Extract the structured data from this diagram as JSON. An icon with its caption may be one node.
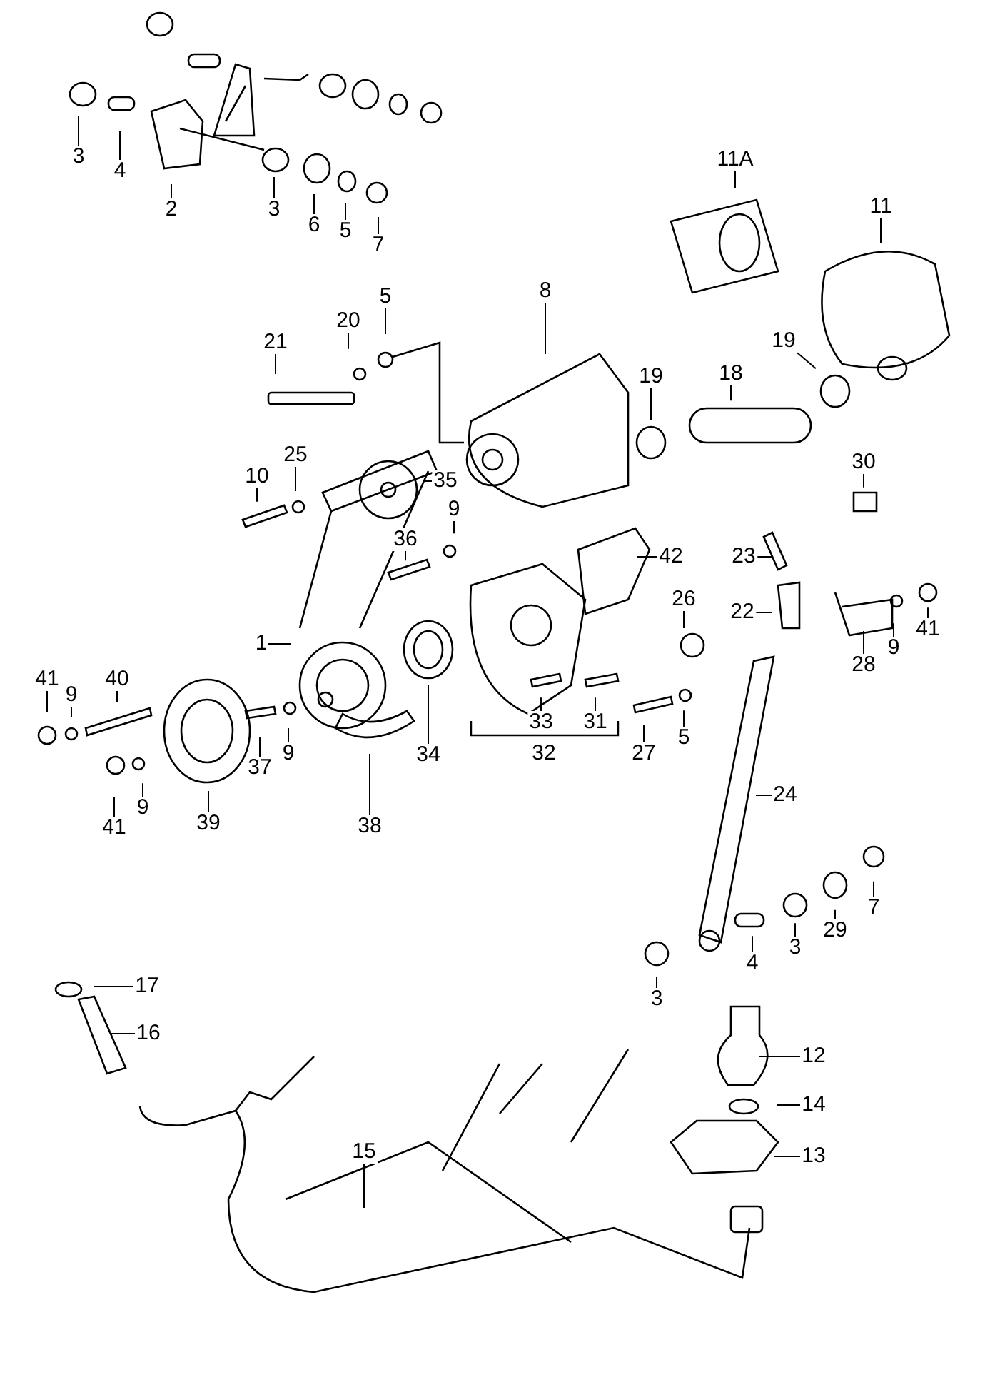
{
  "diagram": {
    "nodes": [
      {
        "text": [
          "3"
        ]
      },
      {
        "text": [
          "4"
        ]
      },
      {
        "text": [
          "2"
        ]
      },
      {
        "text": [
          "3"
        ]
      },
      {
        "text": [
          "6"
        ]
      },
      {
        "text": [
          "5"
        ]
      },
      {
        "text": [
          "7"
        ]
      },
      {
        "text": [
          "11A"
        ]
      },
      {
        "text": [
          "11"
        ]
      },
      {
        "text": [
          "8"
        ]
      },
      {
        "text": [
          "21"
        ]
      },
      {
        "text": [
          "20"
        ]
      },
      {
        "text": [
          "5"
        ]
      },
      {
        "text": [
          "19"
        ]
      },
      {
        "text": [
          "19"
        ]
      },
      {
        "text": [
          "18"
        ]
      },
      {
        "text": [
          "25"
        ]
      },
      {
        "text": [
          "10"
        ]
      },
      {
        "text": [
          "35"
        ]
      },
      {
        "text": [
          "9"
        ]
      },
      {
        "text": [
          "36"
        ]
      },
      {
        "text": [
          "30"
        ]
      },
      {
        "text": [
          "42"
        ]
      },
      {
        "text": [
          "23"
        ]
      },
      {
        "text": [
          "26"
        ]
      },
      {
        "text": [
          "22"
        ]
      },
      {
        "text": [
          "9"
        ]
      },
      {
        "text": [
          "41"
        ]
      },
      {
        "text": [
          "28"
        ]
      },
      {
        "text": [
          "1"
        ]
      },
      {
        "text": [
          "41"
        ]
      },
      {
        "text": [
          "9"
        ]
      },
      {
        "text": [
          "40"
        ]
      },
      {
        "text": [
          "37"
        ]
      },
      {
        "text": [
          "9"
        ]
      },
      {
        "text": [
          "34"
        ]
      },
      {
        "text": [
          "33"
        ]
      },
      {
        "text": [
          "31"
        ]
      },
      {
        "text": [
          "32"
        ]
      },
      {
        "text": [
          "27"
        ]
      },
      {
        "text": [
          "5"
        ]
      },
      {
        "text": [
          "24"
        ]
      },
      {
        "text": [
          "41"
        ]
      },
      {
        "text": [
          "9"
        ]
      },
      {
        "text": [
          "39"
        ]
      },
      {
        "text": [
          "38"
        ]
      },
      {
        "text": [
          "7"
        ]
      },
      {
        "text": [
          "29"
        ]
      },
      {
        "text": [
          "4"
        ]
      },
      {
        "text": [
          "3"
        ]
      },
      {
        "text": [
          "3"
        ]
      },
      {
        "text": [
          "17"
        ]
      },
      {
        "text": [
          "16"
        ]
      },
      {
        "text": [
          "12"
        ]
      },
      {
        "text": [
          "14"
        ]
      },
      {
        "text": [
          "13"
        ]
      },
      {
        "text": [
          "15"
        ]
      }
    ],
    "edges": [
      {
        "from": 0,
        "to": null,
        "arrow": "none"
      },
      {
        "from": 1,
        "to": null,
        "arrow": "none"
      },
      {
        "from": 2,
        "to": null,
        "arrow": "none"
      },
      {
        "from": 3,
        "to": null,
        "arrow": "none"
      },
      {
        "from": 4,
        "to": null,
        "arrow": "none"
      },
      {
        "from": 5,
        "to": null,
        "arrow": "none"
      },
      {
        "from": 6,
        "to": null,
        "arrow": "none"
      },
      {
        "from": 7,
        "to": null,
        "arrow": "none"
      },
      {
        "from": 8,
        "to": null,
        "arrow": "none"
      },
      {
        "from": 9,
        "to": null,
        "arrow": "none"
      },
      {
        "from": 10,
        "to": null,
        "arrow": "none"
      },
      {
        "from": 11,
        "to": null,
        "arrow": "none"
      },
      {
        "from": 12,
        "to": null,
        "arrow": "none"
      },
      {
        "from": 13,
        "to": null,
        "arrow": "none"
      },
      {
        "from": 14,
        "to": null,
        "arrow": "none"
      },
      {
        "from": 15,
        "to": null,
        "arrow": "none"
      },
      {
        "from": 16,
        "to": null,
        "arrow": "none"
      },
      {
        "from": 17,
        "to": null,
        "arrow": "none"
      },
      {
        "from": 18,
        "to": null,
        "arrow": "none"
      },
      {
        "from": 19,
        "to": null,
        "arrow": "none"
      },
      {
        "from": 20,
        "to": null,
        "arrow": "none"
      },
      {
        "from": 21,
        "to": null,
        "arrow": "none"
      },
      {
        "from": 22,
        "to": null,
        "arrow": "none"
      },
      {
        "from": 23,
        "to": null,
        "arrow": "none"
      },
      {
        "from": 24,
        "to": null,
        "arrow": "none"
      },
      {
        "from": 25,
        "to": null,
        "arrow": "none"
      },
      {
        "from": 26,
        "to": null,
        "arrow": "none"
      },
      {
        "from": 27,
        "to": null,
        "arrow": "none"
      },
      {
        "from": 28,
        "to": null,
        "arrow": "none"
      },
      {
        "from": 29,
        "to": null,
        "arrow": "none"
      },
      {
        "from": 30,
        "to": null,
        "arrow": "none"
      },
      {
        "from": 31,
        "to": null,
        "arrow": "none"
      },
      {
        "from": 32,
        "to": null,
        "arrow": "none"
      },
      {
        "from": 33,
        "to": null,
        "arrow": "none"
      },
      {
        "from": 34,
        "to": null,
        "arrow": "none"
      },
      {
        "from": 35,
        "to": null,
        "arrow": "none"
      },
      {
        "from": 36,
        "to": null,
        "arrow": "none"
      },
      {
        "from": 37,
        "to": null,
        "arrow": "none"
      },
      {
        "from": 39,
        "to": null,
        "arrow": "none"
      },
      {
        "from": 40,
        "to": null,
        "arrow": "none"
      },
      {
        "from": 41,
        "to": null,
        "arrow": "none"
      },
      {
        "from": 42,
        "to": null,
        "arrow": "none"
      },
      {
        "from": 43,
        "to": null,
        "arrow": "none"
      },
      {
        "from": 44,
        "to": null,
        "arrow": "none"
      },
      {
        "from": 45,
        "to": null,
        "arrow": "none"
      },
      {
        "from": 46,
        "to": null,
        "arrow": "none"
      },
      {
        "from": 47,
        "to": null,
        "arrow": "none"
      },
      {
        "from": 48,
        "to": null,
        "arrow": "none"
      },
      {
        "from": 49,
        "to": null,
        "arrow": "none"
      },
      {
        "from": 50,
        "to": null,
        "arrow": "none"
      },
      {
        "from": 51,
        "to": null,
        "arrow": "none"
      },
      {
        "from": 52,
        "to": null,
        "arrow": "none"
      },
      {
        "from": 53,
        "to": null,
        "arrow": "none"
      },
      {
        "from": 54,
        "to": null,
        "arrow": "none"
      },
      {
        "from": 55,
        "to": null,
        "arrow": "none"
      },
      {
        "from": 56,
        "to": null,
        "arrow": "none"
      }
    ]
  }
}
